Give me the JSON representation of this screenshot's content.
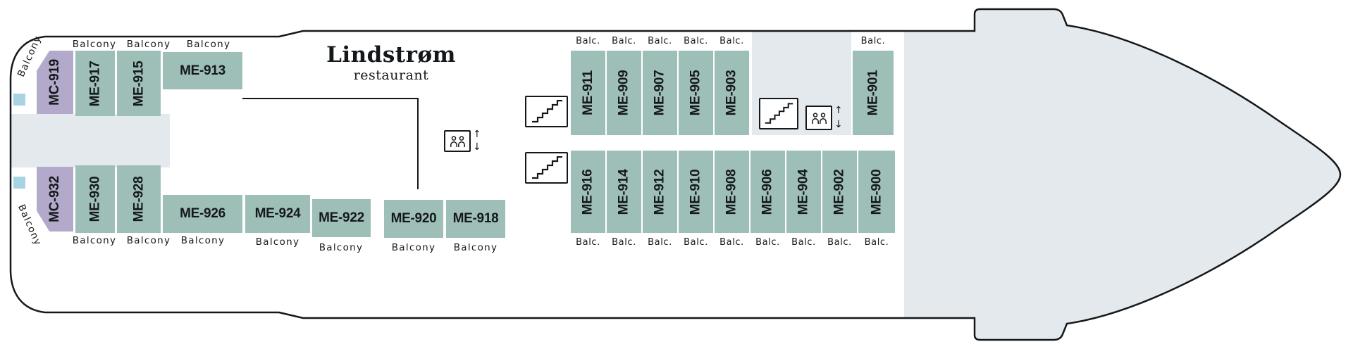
{
  "restaurant": {
    "title": "Lindstrøm",
    "subtitle": "restaurant"
  },
  "labels": {
    "balcony": "Balcony",
    "balc": "Balc."
  },
  "icons": {
    "up": "↑",
    "down": "↓"
  },
  "colors": {
    "cabin_teal": "#9EBFB8",
    "cabin_purple": "#B2A9CB",
    "deck_gray": "#E3E9EC",
    "window_blue": "#A7D3E2",
    "outline": "#15181A"
  },
  "cabins": {
    "top_left": [
      "MC-919",
      "ME-917",
      "ME-915",
      "ME-913"
    ],
    "top_right": [
      "ME-911",
      "ME-909",
      "ME-907",
      "ME-905",
      "ME-903",
      "ME-901"
    ],
    "bottom_left": [
      "MC-932",
      "ME-930",
      "ME-928",
      "ME-926",
      "ME-924",
      "ME-922",
      "ME-920",
      "ME-918"
    ],
    "bottom_right": [
      "ME-916",
      "ME-914",
      "ME-912",
      "ME-910",
      "ME-908",
      "ME-906",
      "ME-904",
      "ME-902",
      "ME-900"
    ]
  }
}
